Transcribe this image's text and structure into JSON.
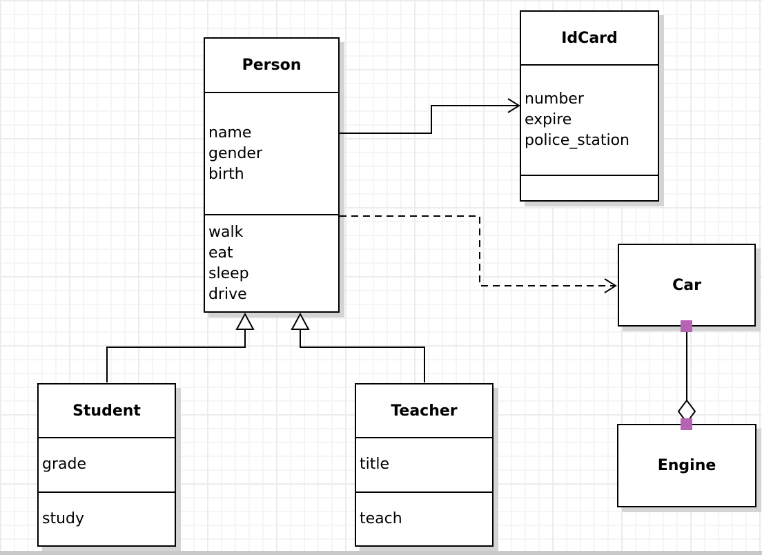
{
  "diagram": {
    "kind": "uml-class-diagram",
    "classes": {
      "person": {
        "title": "Person",
        "attributes": [
          "name",
          "gender",
          "birth"
        ],
        "methods": [
          "walk",
          "eat",
          "sleep",
          "drive"
        ]
      },
      "idcard": {
        "title": "IdCard",
        "attributes": [
          "number",
          "expire",
          "police_station"
        ],
        "methods": []
      },
      "car": {
        "title": "Car",
        "attributes": [],
        "methods": []
      },
      "engine": {
        "title": "Engine",
        "attributes": [],
        "methods": []
      },
      "student": {
        "title": "Student",
        "attributes": [
          "grade"
        ],
        "methods": [
          "study"
        ]
      },
      "teacher": {
        "title": "Teacher",
        "attributes": [
          "title"
        ],
        "methods": [
          "teach"
        ]
      }
    },
    "relationships": [
      {
        "type": "association",
        "from": "Person",
        "to": "IdCard",
        "line": "solid",
        "arrow": "open"
      },
      {
        "type": "dependency",
        "from": "Person",
        "to": "Car",
        "line": "dashed",
        "arrow": "open"
      },
      {
        "type": "generalization",
        "from": "Student",
        "to": "Person",
        "line": "solid",
        "arrow": "hollow-triangle"
      },
      {
        "type": "generalization",
        "from": "Teacher",
        "to": "Person",
        "line": "solid",
        "arrow": "hollow-triangle"
      },
      {
        "type": "aggregation",
        "from": "Car",
        "to": "Engine",
        "line": "solid",
        "arrow": "hollow-diamond",
        "endpoint_markers": "purple-squares"
      }
    ],
    "colors": {
      "line": "#000000",
      "box_fill": "#ffffff",
      "box_border": "#000000",
      "shadow": "#d4d4d4",
      "grid_minor": "#f5f5f5",
      "grid_major": "#ececec",
      "endpoint_marker": "#b564b4",
      "canvas_edge": "#c9c9c9"
    }
  }
}
